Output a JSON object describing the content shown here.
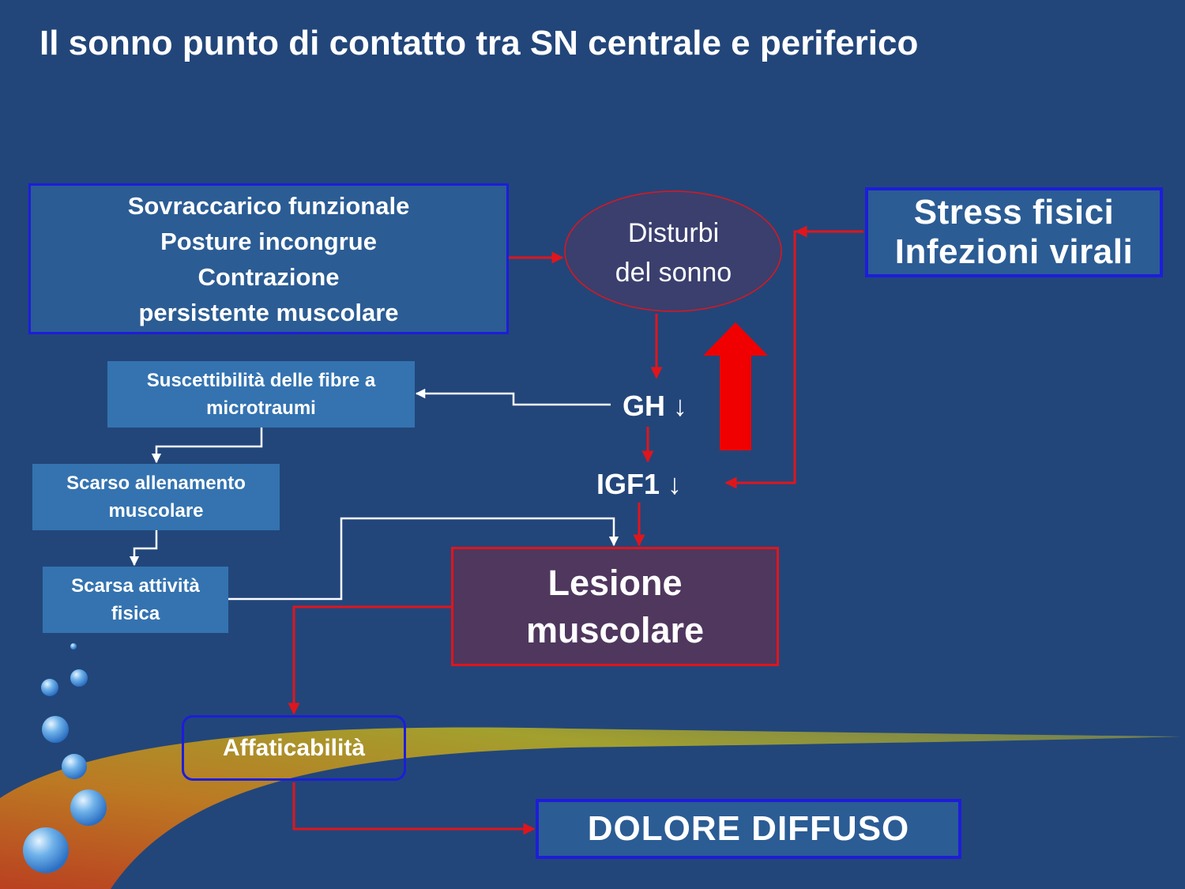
{
  "title": "Il sonno punto di contatto tra SN centrale e periferico",
  "causes_box": {
    "lines": [
      "Sovraccarico funzionale",
      "Posture incongrue",
      "Contrazione",
      "persistente muscolare"
    ]
  },
  "sleep_node": {
    "lines": [
      "Disturbi",
      "del sonno"
    ]
  },
  "stress_box": {
    "lines": [
      "Stress fisici",
      "Infezioni virali"
    ]
  },
  "gh_label": "GH ↓",
  "igf1_label": "IGF1 ↓",
  "susceptibility_box": {
    "lines": [
      "Suscettibilità delle fibre a",
      "microtraumi"
    ]
  },
  "training_box": {
    "lines": [
      "Scarso allenamento",
      "muscolare"
    ]
  },
  "activity_box": {
    "lines": [
      "Scarsa attività",
      "fisica"
    ]
  },
  "lesion_box": {
    "lines": [
      "Lesione",
      "muscolare"
    ]
  },
  "fatigue_box": {
    "label": "Affaticabilità"
  },
  "pain_box": {
    "label": "DOLORE DIFFUSO"
  },
  "colors": {
    "background": "#22467a",
    "box_fill": "#2b5c94",
    "box_border": "#1d1dd9",
    "light_box_fill": "#3473b0",
    "lesion_fill": "#4f375e",
    "red_arrow": "#e0151c",
    "white_arrow": "#ffffff"
  },
  "icons": [
    "bubble-icon",
    "swoosh-decoration",
    "big-up-arrow-icon"
  ]
}
